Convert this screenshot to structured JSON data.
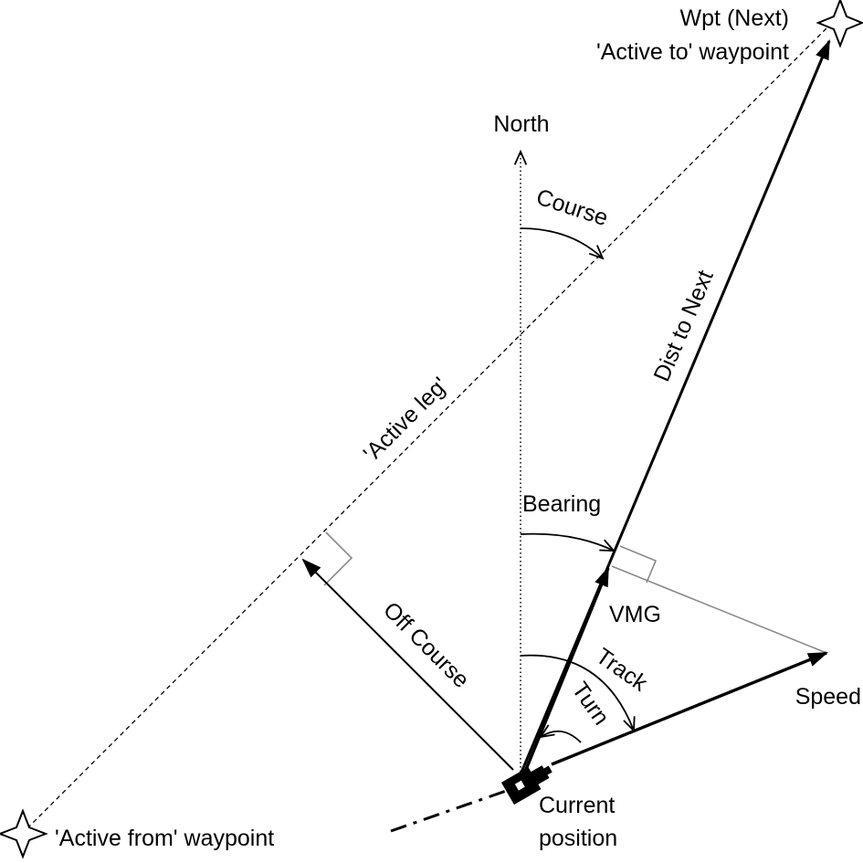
{
  "colors": {
    "line": "#000000",
    "helper_line": "#888888",
    "background": "#ffffff"
  },
  "labels": {
    "wpt_next_line1": "Wpt (Next)",
    "wpt_next_line2": "'Active to' waypoint",
    "north": "North",
    "course": "Course",
    "dist_to_next": "Dist to Next",
    "active_leg": "'Active leg'",
    "bearing": "Bearing",
    "off_course": "Off Course",
    "vmg": "VMG",
    "track": "Track",
    "turn": "Turn",
    "speed": "Speed",
    "current_position_line1": "Current",
    "current_position_line2": "position",
    "active_from": "'Active from' waypoint"
  },
  "icons": {
    "waypoint": "four-point-star-icon",
    "vessel": "boat-icon"
  }
}
